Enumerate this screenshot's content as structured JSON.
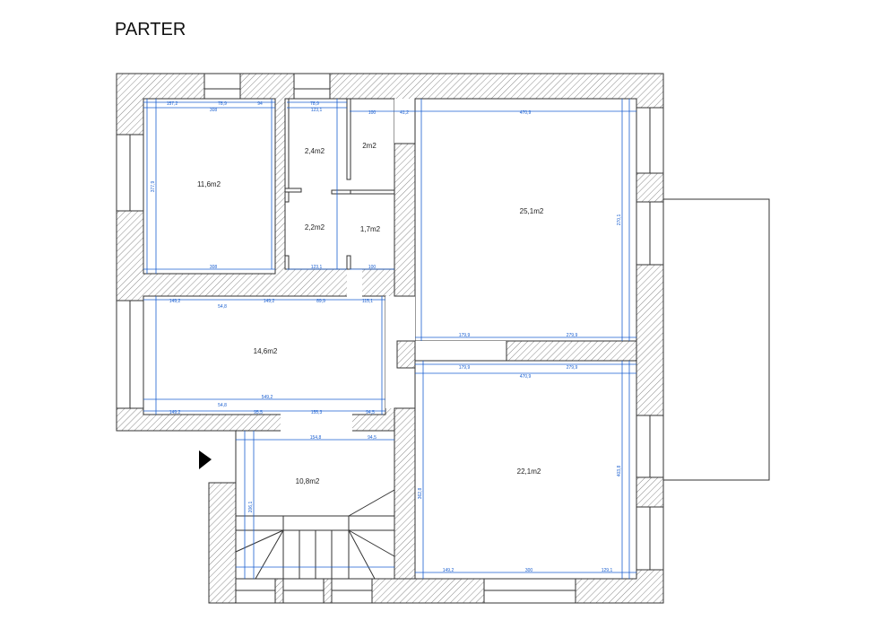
{
  "title": "PARTER",
  "colors": {
    "wall_outline": "#333333",
    "dimension": "#1a5fd0",
    "hatch": "#8a8a8a"
  },
  "rooms": [
    {
      "area": "11,6m2"
    },
    {
      "area": "2,4m2"
    },
    {
      "area": "2m2"
    },
    {
      "area": "2,2m2"
    },
    {
      "area": "1,7m2"
    },
    {
      "area": "25,1m2"
    },
    {
      "area": "14,6m2"
    },
    {
      "area": "10,8m2"
    },
    {
      "area": "22,1m2"
    }
  ],
  "dimensions": [
    "157,2",
    "78,9",
    "94",
    "308",
    "123,1",
    "78,9",
    "100",
    "41,2",
    "470,9",
    "377,9",
    "308",
    "123,1",
    "100",
    "149,2",
    "54,8",
    "149,2",
    "89,9",
    "115,1",
    "549,2",
    "149,2",
    "54,8",
    "95,5",
    "155,3",
    "94,5",
    "179,9",
    "279,9",
    "179,9",
    "279,9",
    "470,9",
    "154,8",
    "94,5",
    "149,2",
    "300",
    "129,1",
    "362,8",
    "403,8",
    "206,1",
    "270,1"
  ],
  "entrance_icon": "entrance-arrow-icon"
}
